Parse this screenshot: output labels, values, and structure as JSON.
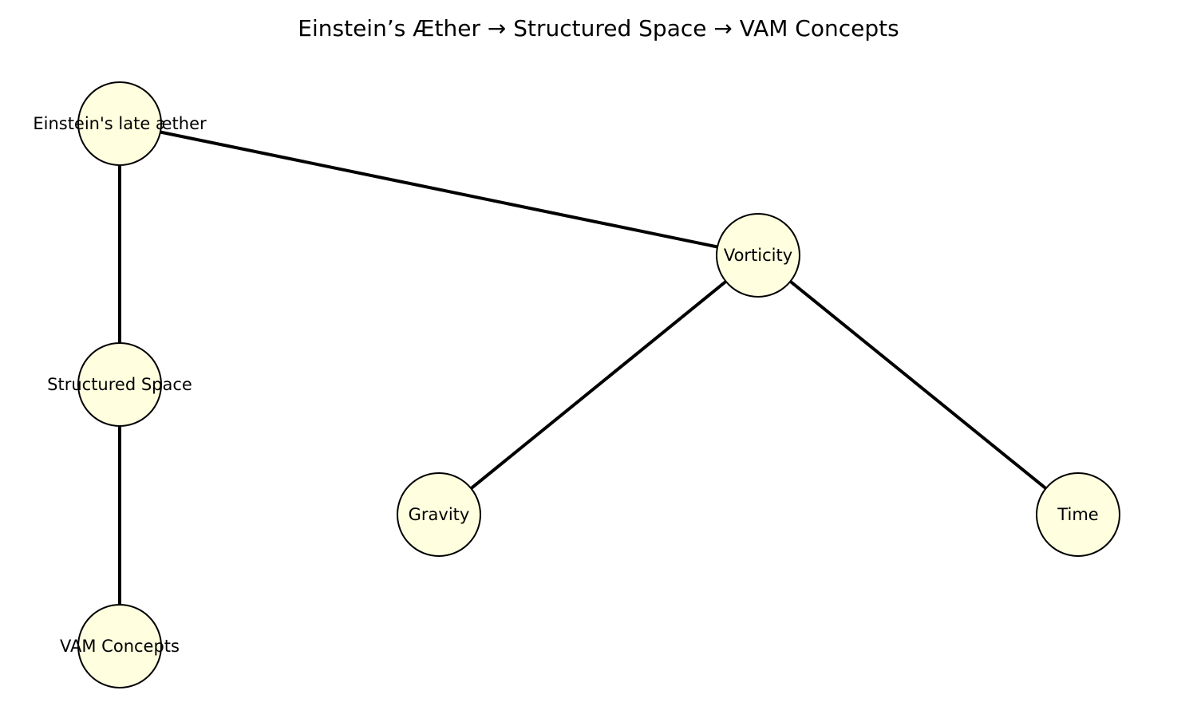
{
  "title": "Einstein’s Æther → Structured Space → VAM Concepts",
  "colors": {
    "node_fill": "#ffffe0",
    "node_stroke": "#000000",
    "edge": "#000000",
    "text": "#000000",
    "background": "#ffffff"
  },
  "nodes": [
    {
      "id": "aether",
      "label": "Einstein's late æther"
    },
    {
      "id": "structured",
      "label": "Structured Space"
    },
    {
      "id": "vam",
      "label": "VAM Concepts"
    },
    {
      "id": "vorticity",
      "label": "Vorticity"
    },
    {
      "id": "gravity",
      "label": "Gravity"
    },
    {
      "id": "time",
      "label": "Time"
    }
  ],
  "edges": [
    {
      "from": "aether",
      "to": "structured"
    },
    {
      "from": "structured",
      "to": "vam"
    },
    {
      "from": "aether",
      "to": "vorticity"
    },
    {
      "from": "vorticity",
      "to": "gravity"
    },
    {
      "from": "vorticity",
      "to": "time"
    }
  ]
}
